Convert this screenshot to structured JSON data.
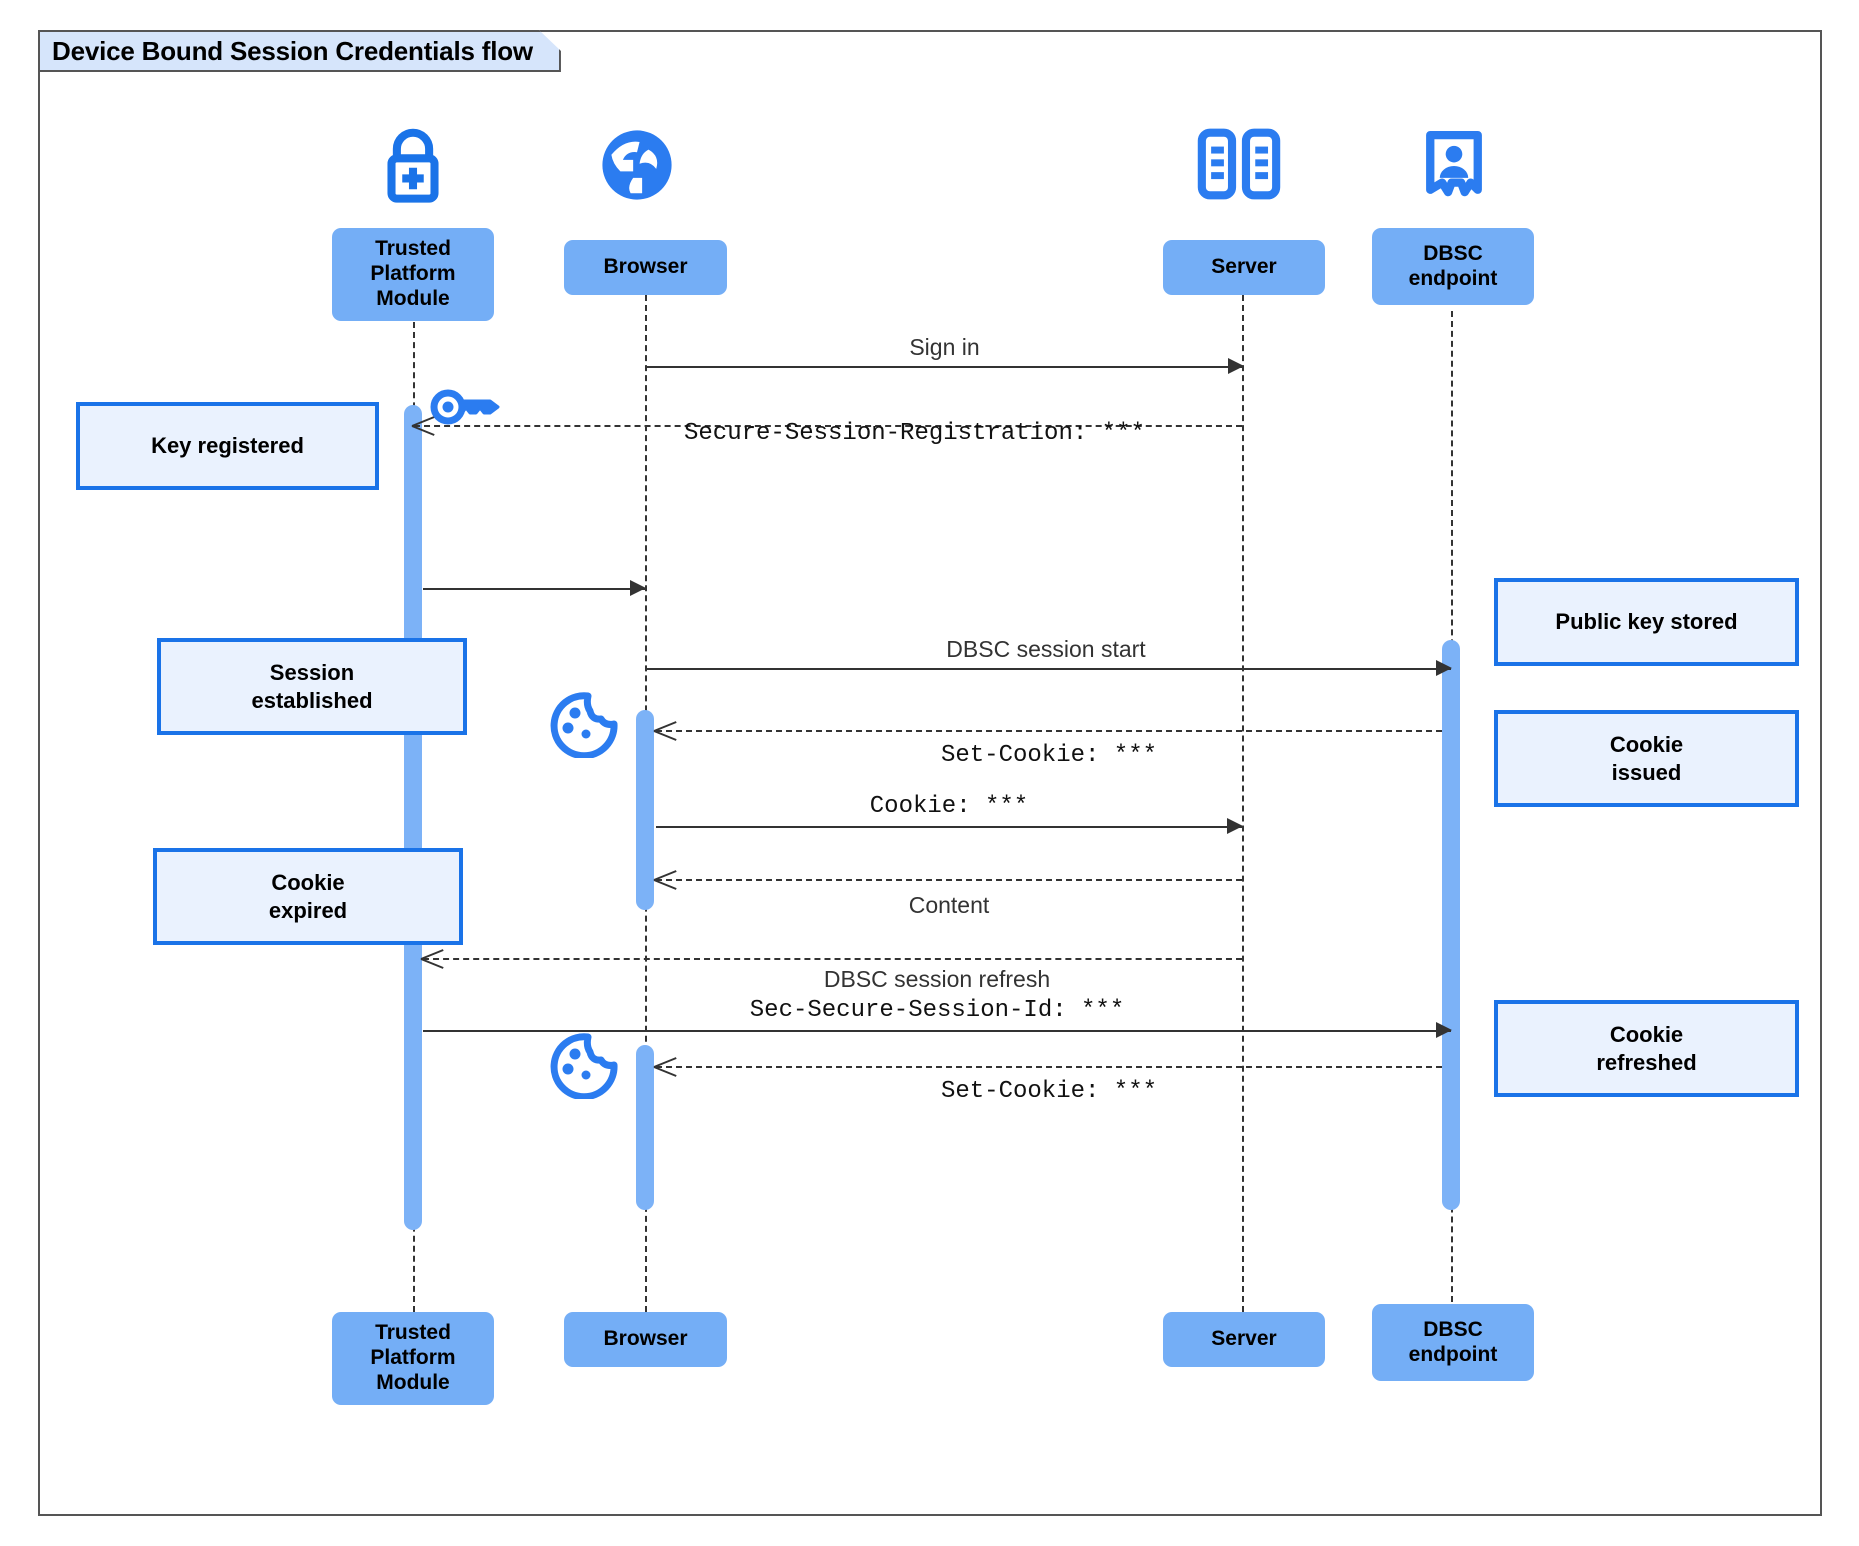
{
  "diagram": {
    "title": "Device Bound Session Credentials flow",
    "type": "sequence-diagram",
    "colors": {
      "participant_fill": "#74aef6",
      "note_fill": "#eaf2fe",
      "note_border": "#1a73e8",
      "activation_fill": "#7cb2f7",
      "icon_blue": "#1a73e8",
      "frame_border": "#555555",
      "title_fill": "#d6e5fb"
    }
  },
  "participants": [
    {
      "id": "tpm",
      "label": "Trusted\nPlatform\nModule",
      "label_line1": "Trusted",
      "label_line2": "Platform",
      "label_line3": "Module",
      "icon": "padlock-plus-icon"
    },
    {
      "id": "browser",
      "label": "Browser",
      "icon": "globe-icon"
    },
    {
      "id": "server",
      "label": "Server",
      "icon": "server-rack-icon"
    },
    {
      "id": "dbsc",
      "label": "DBSC\nendpoint",
      "label_line1": "DBSC",
      "label_line2": "endpoint",
      "icon": "id-badge-icon"
    }
  ],
  "messages": [
    {
      "id": "m1",
      "from": "browser",
      "to": "server",
      "label": "Sign in",
      "style": "solid",
      "font": "sans"
    },
    {
      "id": "m2",
      "from": "server",
      "to": "tpm",
      "label": "Secure-Session-Registration: ***",
      "style": "dashed",
      "font": "mono"
    },
    {
      "id": "m3",
      "from": "tpm",
      "to": "browser",
      "label": "",
      "style": "solid",
      "font": "sans"
    },
    {
      "id": "m4",
      "from": "browser",
      "to": "dbsc",
      "label": "DBSC session start",
      "style": "solid",
      "font": "sans"
    },
    {
      "id": "m5",
      "from": "dbsc",
      "to": "browser",
      "label": "Set-Cookie: ***",
      "style": "dashed",
      "font": "mono"
    },
    {
      "id": "m6",
      "from": "browser",
      "to": "server",
      "label": "Cookie: ***",
      "style": "solid",
      "font": "mono"
    },
    {
      "id": "m7",
      "from": "server",
      "to": "browser",
      "label": "Content",
      "style": "dashed",
      "font": "sans"
    },
    {
      "id": "m8",
      "from": "server",
      "to": "tpm",
      "label": "",
      "style": "dashed",
      "font": "sans"
    },
    {
      "id": "m9",
      "from": "tpm",
      "to": "dbsc",
      "label_line1": "DBSC session refresh",
      "label_line2": "Sec-Secure-Session-Id: ***",
      "style": "solid",
      "font": "mixed"
    },
    {
      "id": "m10",
      "from": "dbsc",
      "to": "browser",
      "label": "Set-Cookie: ***",
      "style": "dashed",
      "font": "mono"
    }
  ],
  "notes": [
    {
      "id": "n1",
      "text": "Key registered",
      "side": "left",
      "attached_to": "tpm"
    },
    {
      "id": "n2",
      "text": "Session\nestablished",
      "line1": "Session",
      "line2": "established",
      "side": "left",
      "attached_to": "tpm"
    },
    {
      "id": "n3",
      "text": "Cookie\nexpired",
      "line1": "Cookie",
      "line2": "expired",
      "side": "left",
      "attached_to": "tpm"
    },
    {
      "id": "n4",
      "text": "Public key stored",
      "side": "right",
      "attached_to": "dbsc"
    },
    {
      "id": "n5",
      "text": "Cookie\nissued",
      "line1": "Cookie",
      "line2": "issued",
      "side": "right",
      "attached_to": "dbsc"
    },
    {
      "id": "n6",
      "text": "Cookie\nrefreshed",
      "line1": "Cookie",
      "line2": "refreshed",
      "side": "right",
      "attached_to": "dbsc"
    }
  ],
  "inline_icons": [
    {
      "id": "key1",
      "name": "key-icon",
      "near": "tpm"
    },
    {
      "id": "cookie1",
      "name": "cookie-icon",
      "near": "browser"
    },
    {
      "id": "cookie2",
      "name": "cookie-icon",
      "near": "browser"
    }
  ]
}
